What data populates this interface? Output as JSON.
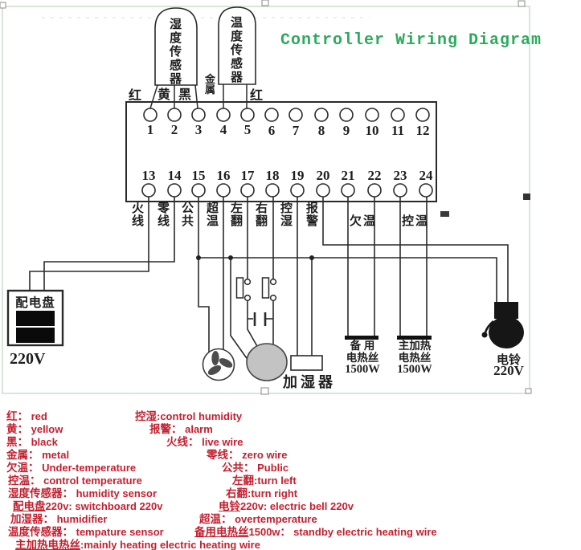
{
  "title": "Controller Wiring Diagram",
  "sensors": {
    "humidity_label": "湿度传感器",
    "temperature_label": "温度传感器"
  },
  "wire_colors": {
    "red_left": "红",
    "yellow": "黄",
    "black": "黑",
    "metal": "金属",
    "red_right": "红"
  },
  "terminals": {
    "top": [
      "1",
      "2",
      "3",
      "4",
      "5",
      "6",
      "7",
      "8",
      "9",
      "10",
      "11",
      "12"
    ],
    "bottom": [
      "13",
      "14",
      "15",
      "16",
      "17",
      "18",
      "19",
      "20",
      "21",
      "22",
      "23",
      "24"
    ]
  },
  "functions": {
    "live": "火线",
    "zero": "零线",
    "common": "公共",
    "overtemp": "超温",
    "turn_left": "左翻",
    "turn_right": "右翻",
    "ctrl_humidity": "控湿",
    "alarm": "报警",
    "under_temp": "欠温",
    "ctrl_temp": "控温"
  },
  "components": {
    "switchboard_label": "配电盘",
    "switchboard_voltage": "220V",
    "humidifier_label": "加湿器",
    "standby_heater": [
      "备 用",
      "电热丝",
      "1500W"
    ],
    "main_heater": [
      "主加热",
      "电热丝",
      "1500W"
    ],
    "bell_label": "电铃",
    "bell_voltage": "220V"
  },
  "legend": {
    "left": [
      {
        "cn": "红：",
        "en": " red"
      },
      {
        "cn": "黄：",
        "en": " yellow"
      },
      {
        "cn": "黑：",
        "en": " black"
      },
      {
        "cn": "金属：",
        "en": " metal"
      },
      {
        "cn": "欠温：",
        "en": " Under-temperature"
      },
      {
        "cn": "控温：",
        "en": " control temperature"
      },
      {
        "cn": "湿度传感器：",
        "en": " humidity sensor"
      },
      {
        "cn": "配电盘",
        "en": "220v: switchboard 220v"
      },
      {
        "cn": "加湿器：",
        "en": " humidifier"
      },
      {
        "cn": "温度传感器：",
        "en": " tempature sensor"
      },
      {
        "cn": "主加热电热丝",
        "en": ":mainly heating electric heating wire"
      }
    ],
    "right": [
      {
        "cn": "控湿",
        "en": ":control humidity"
      },
      {
        "cn": "报警：",
        "en": " alarm"
      },
      {
        "cn": "火线：",
        "en": " live wire"
      },
      {
        "cn": "零线：",
        "en": " zero wire"
      },
      {
        "cn": "公共：",
        "en": " Public"
      },
      {
        "cn": "左翻",
        "en": ":turn left"
      },
      {
        "cn": "右翻",
        "en": ":turn right"
      },
      {
        "cn": "电铃",
        "en": "220v: electric bell 220v"
      },
      {
        "cn": "超温：",
        "en": " overtemperature"
      },
      {
        "cn": "备用电热丝",
        "en": "1500w： standby electric heating wire"
      }
    ]
  },
  "colors": {
    "title_green": "#2cab5c",
    "legend_red": "#c41f2e",
    "line_dark": "#2a2a2a",
    "motor_gray": "#c3c3c3"
  }
}
